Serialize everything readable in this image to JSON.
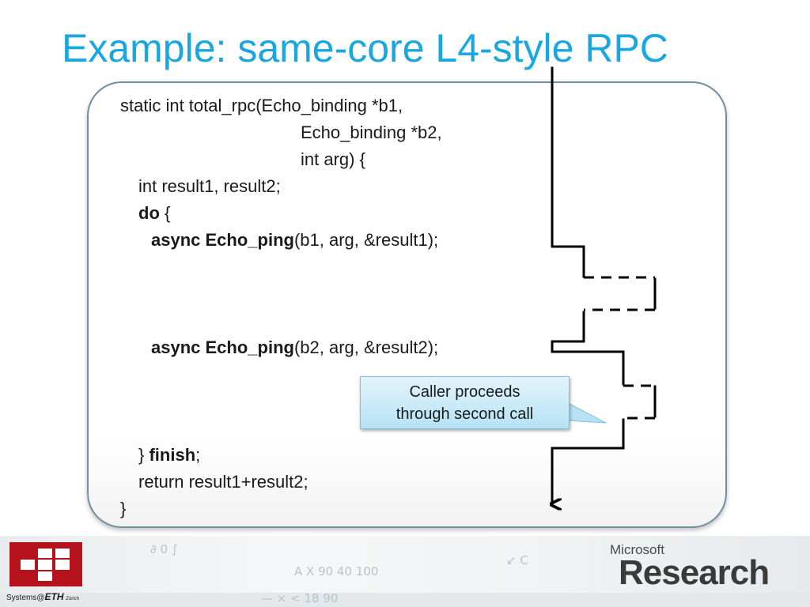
{
  "slide": {
    "title": "Example: same-core L4-style RPC"
  },
  "code": {
    "line1": "static int total_rpc(Echo_binding *b1,",
    "line2": "Echo_binding *b2,",
    "line3": "int arg) {",
    "line4": "int result1, result2;",
    "line5_kw": "do",
    "line5_rest": " {",
    "line6_kw": "async Echo_ping",
    "line6_rest": "(b1, arg, &result1);",
    "line7_kw": "async Echo_ping",
    "line7_rest": "(b2, arg, &result2);",
    "line8_pre": "} ",
    "line8_kw": "finish",
    "line8_rest": ";",
    "line9": "return result1+result2;",
    "line10": "}"
  },
  "callout": {
    "line1": "Caller proceeds",
    "line2": "through second call"
  },
  "footer": {
    "eth_prefix": "Systems@",
    "eth_bold": "ETH",
    "eth_suffix": "Zürich",
    "ms_small": "Microsoft",
    "ms_big": "Research"
  },
  "colors": {
    "title": "#1aa7e0",
    "callout_fill": "#b6e2f5",
    "eth_red": "#b5121b"
  }
}
